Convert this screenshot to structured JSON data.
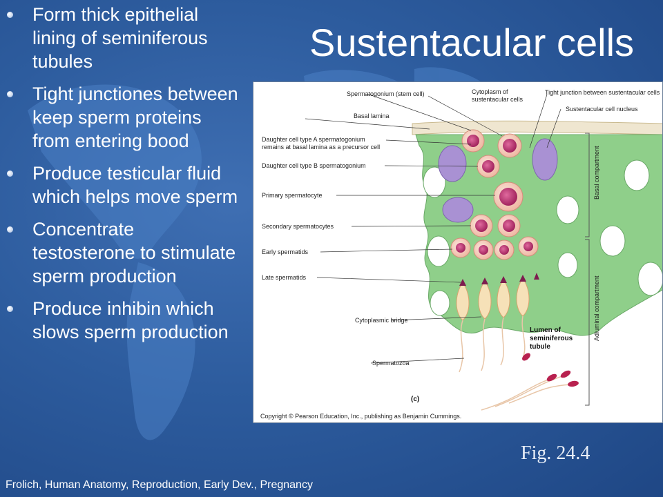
{
  "slide": {
    "title": "Sustentacular cells",
    "bullets": [
      "Form thick epithelial lining of seminiferous tubules",
      "Tight junctiones between keep sperm proteins from entering bood",
      "Produce testicular fluid which helps move sperm",
      "Concentrate testosterone to stimulate sperm production",
      "Produce inhibin which slows sperm production"
    ],
    "figure_caption": "Fig. 24.4",
    "footer": "Frolich, Human Anatomy, Reproduction, Early Dev., Pregnancy"
  },
  "figure": {
    "labels": {
      "spermatogonium": "Spermatogonium (stem cell)",
      "cytoplasm_1": "Cytoplasm of",
      "cytoplasm_2": "sustentacular cells",
      "tight_junction": "Tight junction between sustentacular cells",
      "basal_lamina": "Basal lamina",
      "nucleus": "Sustentacular cell nucleus",
      "daughter_a_1": "Daughter cell type A spermatogonium",
      "daughter_a_2": "remains at basal lamina as a precursor cell",
      "daughter_b": "Daughter cell type B spermatogonium",
      "primary": "Primary spermatocyte",
      "secondary": "Secondary spermatocytes",
      "early": "Early spermatids",
      "late": "Late spermatids",
      "bridge": "Cytoplasmic bridge",
      "lumen_1": "Lumen of",
      "lumen_2": "seminiferous",
      "lumen_3": "tubule",
      "spermatozoa": "Spermatozoa",
      "panel": "(c)",
      "basal_compartment": "Basal compartment",
      "adluminal_compartment": "Adluminal compartment",
      "copyright": "Copyright © Pearson Education, Inc., publishing as Benjamin Cummings."
    }
  },
  "colors": {
    "background": "#2d5c9e",
    "title_text": "#ffffff",
    "tissue_green": "#8fcf8a",
    "cell_pink": "#f3c9b8",
    "nucleus_magenta": "#c23a78",
    "lavender_nucleus": "#a991d3"
  }
}
